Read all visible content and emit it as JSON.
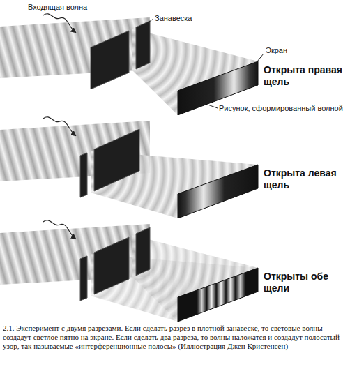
{
  "diagram": {
    "caption": "2.1. Эксперимент с двумя разрезами. Если сделать разрез в плотной занавеске, то световые волны создадут светлое пятно на экране. Если сделать два разреза, то волны наложатся и создадут полосатый узор, так называемые «интерференционные полосы» (Иллюстрация Джен Кристенсен)",
    "labels": [
      "Входящая волна",
      "Занавеска",
      "Экран",
      "Открыта правая щель",
      "Рисунок, сформированный волной",
      "Открыта левая щель",
      "Открыты обе щели"
    ]
  }
}
